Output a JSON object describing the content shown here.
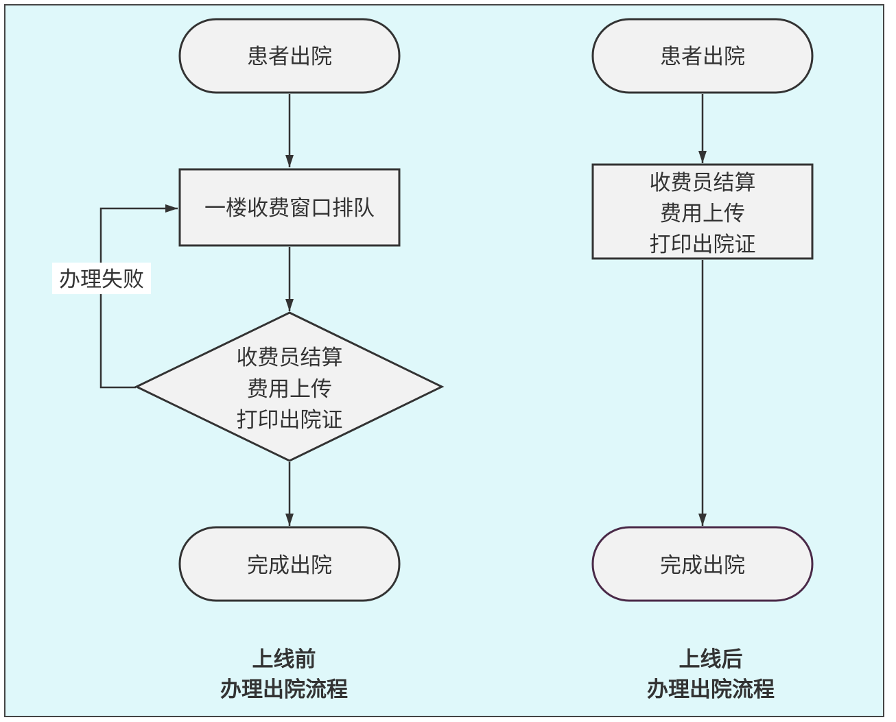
{
  "colors": {
    "background": "#dff8fa",
    "frame_border": "#444444",
    "node_fill": "#f2f2f2",
    "node_stroke": "#333333",
    "end_node_stroke_after": "#4a2a48",
    "edge": "#333333",
    "label_bg": "#ffffff"
  },
  "before": {
    "caption": [
      "上线前",
      "办理出院流程"
    ],
    "nodes": [
      {
        "id": "b-start",
        "shape": "terminal",
        "lines": [
          "患者出院"
        ]
      },
      {
        "id": "b-queue",
        "shape": "process",
        "lines": [
          "一楼收费窗口排队"
        ]
      },
      {
        "id": "b-settle",
        "shape": "decision",
        "lines": [
          "收费员结算",
          "费用上传",
          "打印出院证"
        ]
      },
      {
        "id": "b-end",
        "shape": "terminal",
        "lines": [
          "完成出院"
        ]
      }
    ],
    "edges": [
      {
        "from": "b-start",
        "to": "b-queue",
        "label": ""
      },
      {
        "from": "b-queue",
        "to": "b-settle",
        "label": ""
      },
      {
        "from": "b-settle",
        "to": "b-queue",
        "label": "办理失败"
      },
      {
        "from": "b-settle",
        "to": "b-end",
        "label": ""
      }
    ]
  },
  "after": {
    "caption": [
      "上线后",
      "办理出院流程"
    ],
    "nodes": [
      {
        "id": "a-start",
        "shape": "terminal",
        "lines": [
          "患者出院"
        ]
      },
      {
        "id": "a-settle",
        "shape": "process",
        "lines": [
          "收费员结算",
          "费用上传",
          "打印出院证"
        ]
      },
      {
        "id": "a-end",
        "shape": "terminal",
        "lines": [
          "完成出院"
        ]
      }
    ],
    "edges": [
      {
        "from": "a-start",
        "to": "a-settle",
        "label": ""
      },
      {
        "from": "a-settle",
        "to": "a-end",
        "label": ""
      }
    ]
  }
}
